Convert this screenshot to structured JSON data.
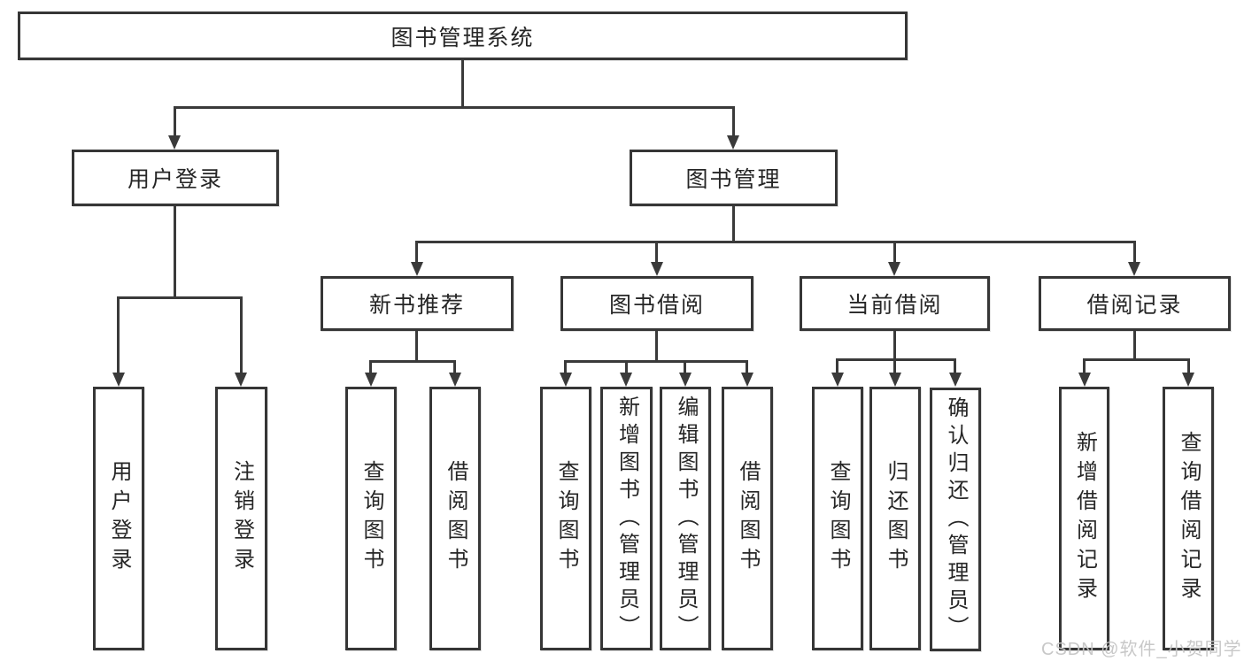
{
  "root": {
    "label": "图书管理系统",
    "children": [
      {
        "label": "用户登录",
        "children": [
          {
            "label": "用户登录"
          },
          {
            "label": "注销登录"
          }
        ]
      },
      {
        "label": "图书管理",
        "children": [
          {
            "label": "新书推荐",
            "children": [
              {
                "label": "查询图书"
              },
              {
                "label": "借阅图书"
              }
            ]
          },
          {
            "label": "图书借阅",
            "children": [
              {
                "label": "查询图书"
              },
              {
                "label": "新增图书（管理员）"
              },
              {
                "label": "编辑图书（管理员）"
              },
              {
                "label": "借阅图书"
              }
            ]
          },
          {
            "label": "当前借阅",
            "children": [
              {
                "label": "查询图书"
              },
              {
                "label": "归还图书"
              },
              {
                "label": "确认归还（管理员）"
              }
            ]
          },
          {
            "label": "借阅记录",
            "children": [
              {
                "label": "新增借阅记录"
              },
              {
                "label": "查询借阅记录"
              }
            ]
          }
        ]
      }
    ]
  },
  "watermark": {
    "text": "CSDN @软件_小贺同学"
  },
  "colors": {
    "line": "#3a3a3a",
    "border": "#363636",
    "text": "#262626",
    "watermark": "#c5c5c5",
    "background": "#ffffff"
  }
}
